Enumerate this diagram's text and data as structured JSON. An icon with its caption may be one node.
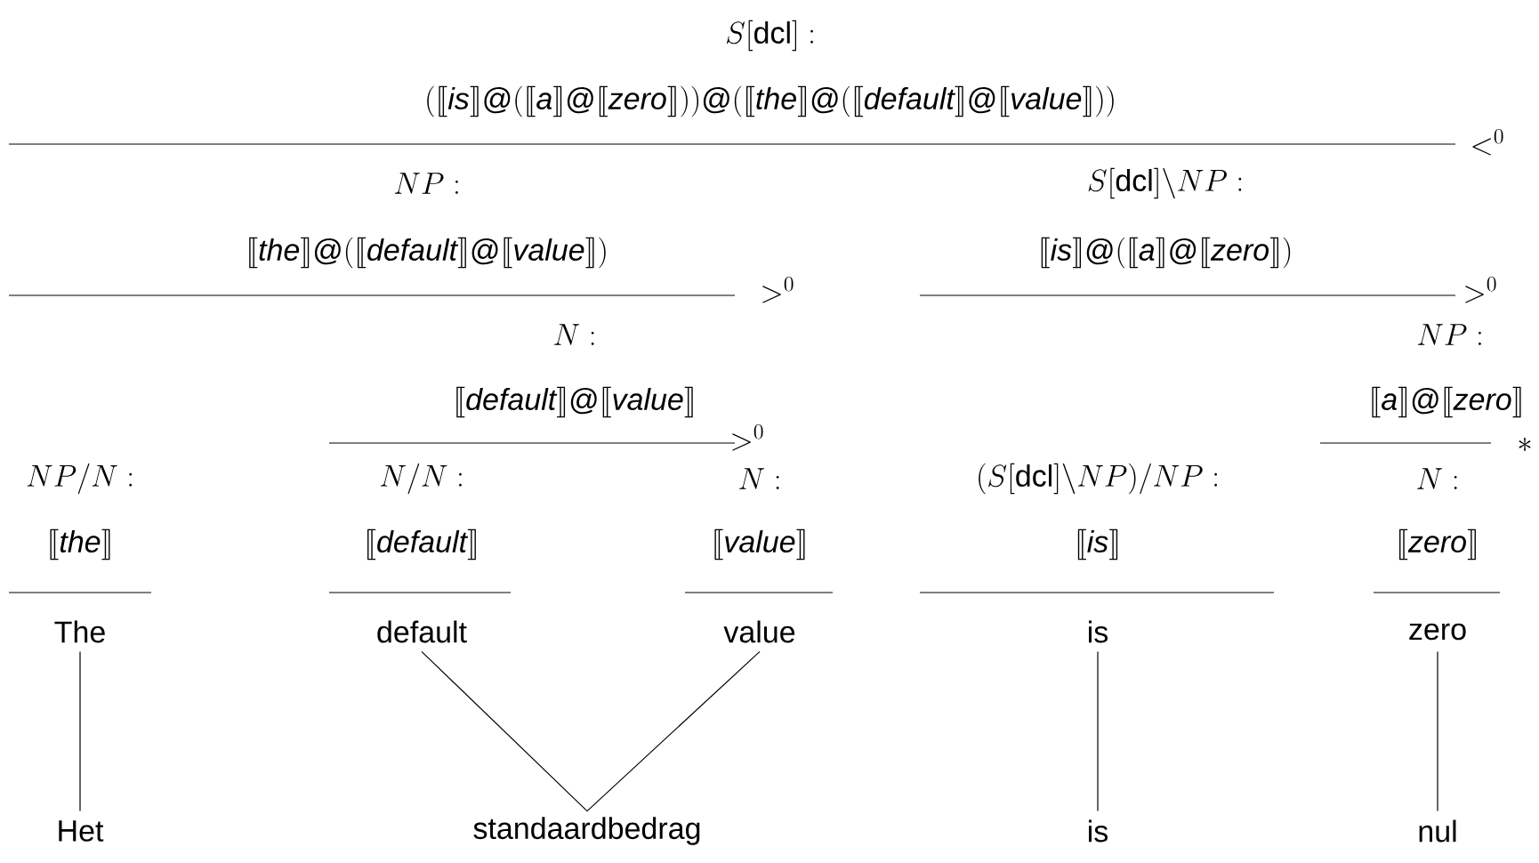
{
  "diagram": {
    "nodes": [
      {
        "text": [
          "The"
        ]
      },
      {
        "text": [
          "default"
        ]
      },
      {
        "text": [
          "value"
        ]
      },
      {
        "text": [
          "is"
        ]
      },
      {
        "text": [
          "zero"
        ]
      },
      {
        "text": [
          "Het"
        ]
      },
      {
        "text": [
          "standaardbedrag"
        ]
      },
      {
        "text": [
          "is"
        ]
      },
      {
        "text": [
          "nul"
        ]
      }
    ],
    "edges": [
      {
        "from": 0,
        "to": 5,
        "arrow": "none"
      },
      {
        "from": 1,
        "to": 6,
        "arrow": "none"
      },
      {
        "from": 2,
        "to": 6,
        "arrow": "none"
      },
      {
        "from": 3,
        "to": 7,
        "arrow": "none"
      },
      {
        "from": 4,
        "to": 8,
        "arrow": "none"
      }
    ],
    "labels": [
      "S[\\mathrm{dcl}]:",
      "(\\llbracket \\mathit{is}\\rrbracket @(\\llbracket \\mathit{a}\\rrbracket @\\llbracket \\mathit{zero}\\rrbracket ))@(\\llbracket \\mathit{the}\\rrbracket @(\\llbracket \\mathit{default}\\rrbracket @\\llbracket \\mathit{value}\\rrbracket ))",
      "<^0",
      "NP:",
      "S[\\mathrm{dcl}]\\backslash NP:",
      "\\llbracket \\mathit{the}\\rrbracket @(\\llbracket \\mathit{default}\\rrbracket @\\llbracket \\mathit{value}\\rrbracket )",
      "\\llbracket \\mathit{is}\\rrbracket @(\\llbracket \\mathit{a}\\rrbracket @\\llbracket \\mathit{zero}\\rrbracket )",
      ">^0",
      ">^0",
      "N:",
      "NP:",
      "\\llbracket \\mathit{default}\\rrbracket @\\llbracket \\mathit{value}\\rrbracket",
      "\\llbracket \\mathit{a}\\rrbracket @\\llbracket \\mathit{zero}\\rrbracket",
      ">^0",
      "*",
      "NP/N:",
      "N/N:",
      "N:",
      "(S[\\mathrm{dcl}]\\backslash NP)/NP:",
      "N:",
      "\\llbracket \\mathit{the}\\rrbracket",
      "\\llbracket \\mathit{default}\\rrbracket",
      "\\llbracket \\mathit{value}\\rrbracket",
      "\\llbracket \\mathit{is}\\rrbracket",
      "\\llbracket \\mathit{zero}\\rrbracket"
    ]
  }
}
